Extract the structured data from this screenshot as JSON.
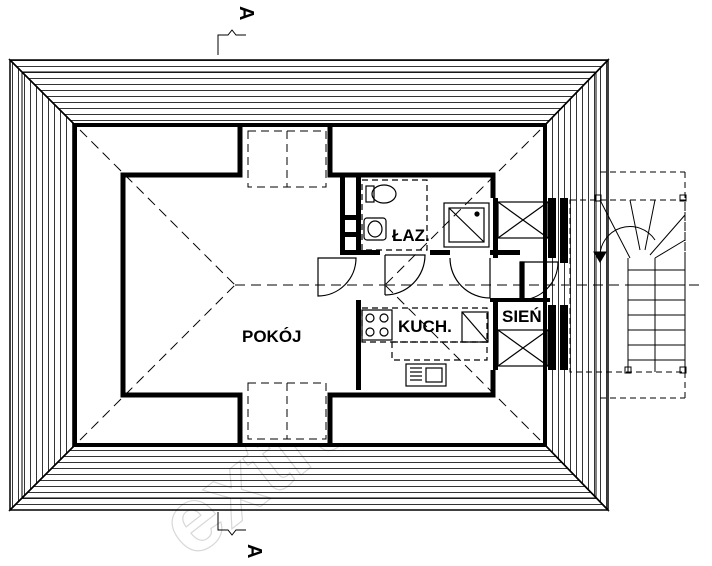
{
  "rooms": {
    "pokoj": "POKÓJ",
    "lazienka": "ŁAZ.",
    "kuchnia": "KUCH.",
    "sien": "SIEŃ"
  },
  "section_marks": {
    "top": "A",
    "bottom": "A"
  },
  "watermark": "extradom"
}
